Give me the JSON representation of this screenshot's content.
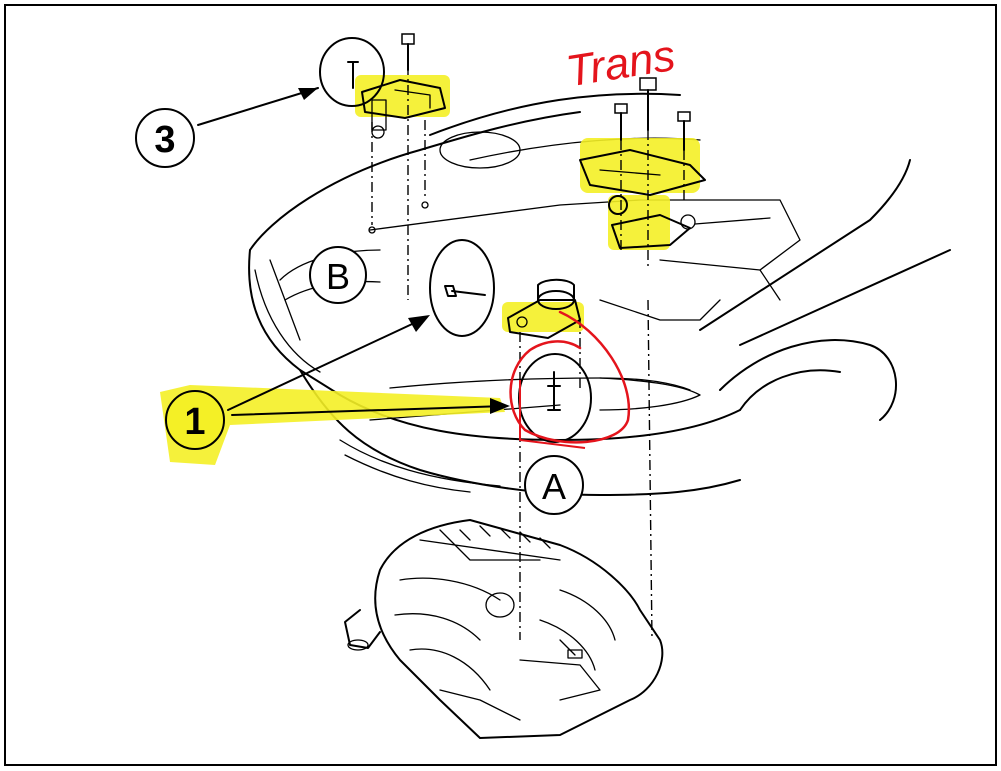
{
  "diagram": {
    "callouts": [
      {
        "id": "1",
        "label": "1",
        "highlighted": true
      },
      {
        "id": "3",
        "label": "3",
        "highlighted": false
      }
    ],
    "letters": [
      {
        "id": "A",
        "label": "A"
      },
      {
        "id": "B",
        "label": "B"
      }
    ],
    "annotations": {
      "trans_handwritten": "Trans"
    },
    "colors": {
      "ink": "#000000",
      "highlight": "#f4f026",
      "annotation_red": "#e4141c"
    }
  }
}
